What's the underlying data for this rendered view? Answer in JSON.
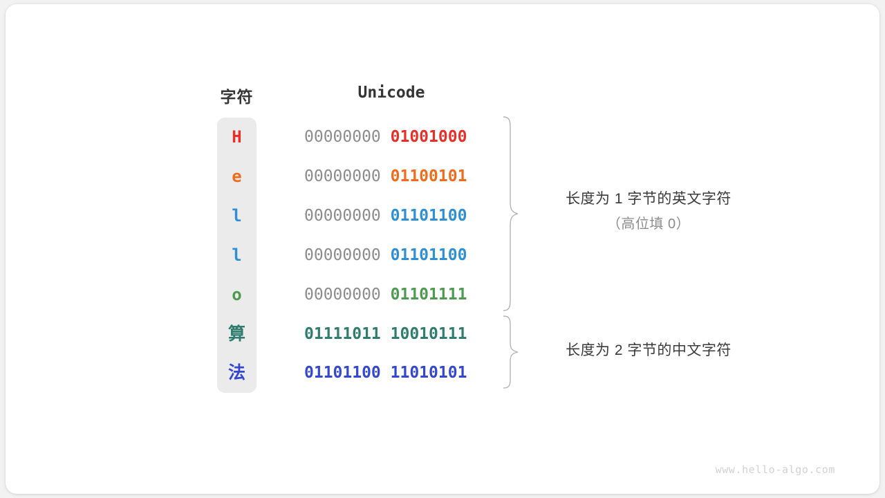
{
  "watermark": "www.hello-algo.com",
  "headers": {
    "character": "字符",
    "unicode": "Unicode"
  },
  "colors": {
    "H": "#e8302a",
    "e": "#ef6c1c",
    "l": "#2e8fd4",
    "o": "#4e9a51",
    "suan": "#2e7d6e",
    "fa": "#3447cf",
    "high_byte_gray": "#8c8c8c",
    "bar_background": "#ebebeb",
    "brace": "#b4b4b4",
    "card_background": "#ffffff",
    "page_background": "#f2f2f2"
  },
  "rows": [
    {
      "char": "H",
      "high": "00000000",
      "low": "01001000",
      "color": "#e8302a",
      "cjk": false,
      "high_colored": false
    },
    {
      "char": "e",
      "high": "00000000",
      "low": "01100101",
      "color": "#ef6c1c",
      "cjk": false,
      "high_colored": false
    },
    {
      "char": "l",
      "high": "00000000",
      "low": "01101100",
      "color": "#2e8fd4",
      "cjk": false,
      "high_colored": false
    },
    {
      "char": "l",
      "high": "00000000",
      "low": "01101100",
      "color": "#2e8fd4",
      "cjk": false,
      "high_colored": false
    },
    {
      "char": "o",
      "high": "00000000",
      "low": "01101111",
      "color": "#4e9a51",
      "cjk": false,
      "high_colored": false
    },
    {
      "char": "算",
      "high": "01111011",
      "low": "10010111",
      "color": "#2e7d6e",
      "cjk": true,
      "high_colored": true
    },
    {
      "char": "法",
      "high": "01101100",
      "low": "11010101",
      "color": "#3447cf",
      "cjk": true,
      "high_colored": true
    }
  ],
  "annotations": [
    {
      "line1": "长度为 1 字节的英文字符",
      "line2": "（高位填 0）"
    },
    {
      "line1": "长度为 2 字节的中文字符",
      "line2": ""
    }
  ]
}
